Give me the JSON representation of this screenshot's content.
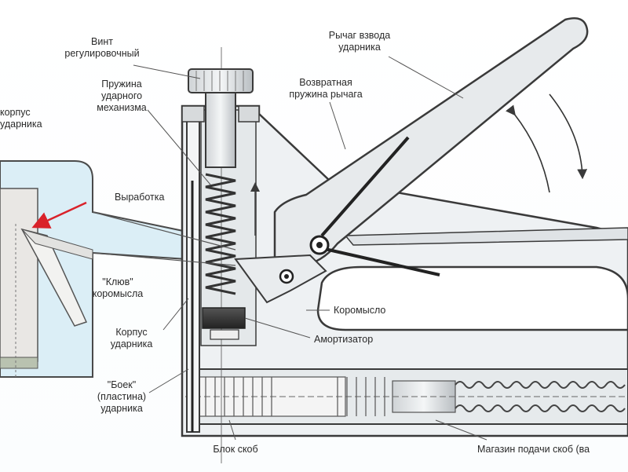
{
  "labels": {
    "adjusting_screw": "Винт\nрегулировочный",
    "cocking_lever": "Рычаг взвода\nударника",
    "return_spring": "Возвратная\nпружина рычага",
    "striker_spring": "Пружина\nударного\nмеханизма",
    "striker_body_top": "корпус\nударника",
    "wear": "Выработка",
    "rocker_beak": "\"Клюв\"\nкоромысла",
    "striker_body_bottom": "Корпус\nударника",
    "rocker": "Коромысло",
    "shock_absorber": "Амортизатор",
    "striker_plate": "\"Боек\"\n(пластина)\nударника",
    "staple_block": "Блок скоб",
    "staple_magazine": "Магазин подачи скоб (ва"
  },
  "colors": {
    "outline": "#3a3a3a",
    "body_fill": "#eef1f3",
    "inset_fill": "#cfe6f0",
    "wear_arrow": "#d9222a",
    "leader": "#5a5a5a"
  }
}
